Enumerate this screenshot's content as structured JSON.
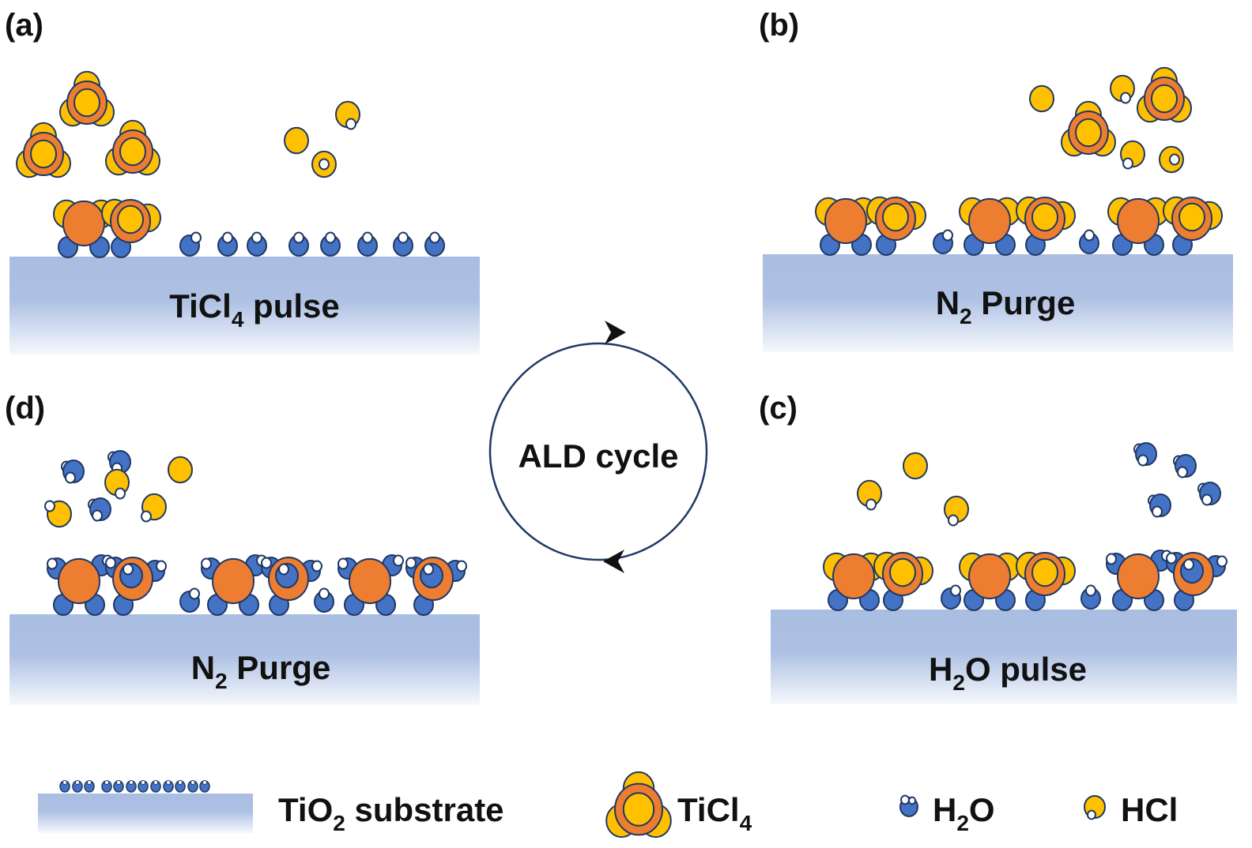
{
  "figure": {
    "cycle_label": "ALD cycle",
    "panels": [
      {
        "id": "a",
        "tag": "(a)",
        "title_main": "TiCl",
        "title_sub": "4",
        "title_rest": " pulse",
        "step": "TiCl4 pulse"
      },
      {
        "id": "b",
        "tag": "(b)",
        "title_main": "N",
        "title_sub": "2",
        "title_rest": " Purge",
        "step": "N2 Purge"
      },
      {
        "id": "c",
        "tag": "(c)",
        "title_main": "H",
        "title_sub": "2",
        "title_rest": "O pulse",
        "step": "H2O pulse"
      },
      {
        "id": "d",
        "tag": "(d)",
        "title_main": "N",
        "title_sub": "2",
        "title_rest": " Purge",
        "step": "N2 Purge"
      }
    ],
    "cycle_order": [
      "a",
      "b",
      "c",
      "d"
    ],
    "legend": [
      {
        "key": "substrate",
        "label_main": "TiO",
        "label_sub": "2",
        "label_rest": " substrate",
        "icon": "substrate-icon"
      },
      {
        "key": "ticl4",
        "label_main": "TiCl",
        "label_sub": "4",
        "label_rest": "",
        "icon": "ticl4-molecule-icon"
      },
      {
        "key": "h2o",
        "label_main": "H",
        "label_sub": "2",
        "label_rest": "O",
        "icon": "h2o-molecule-icon"
      },
      {
        "key": "hcl",
        "label_main": "HCl",
        "label_sub": "",
        "label_rest": "",
        "icon": "hcl-molecule-icon"
      }
    ]
  },
  "colors": {
    "ti": "#ED7D31",
    "cl": "#FFC000",
    "o": "#4472C4",
    "h": "#FFFFFF",
    "outline": "#1F3864",
    "substrate_top": "#A9BDE2",
    "substrate_bottom": "#F4F7FC",
    "cycle_line": "#1F3864"
  }
}
